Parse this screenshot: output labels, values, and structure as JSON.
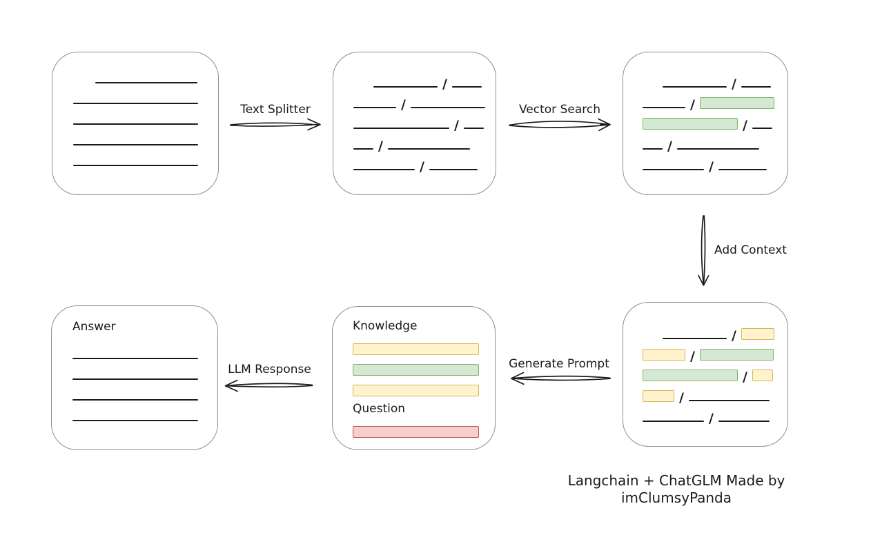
{
  "caption": "Langchain + ChatGLM Made by imClumsyPanda",
  "colors": {
    "box_border": "#8d8d8d",
    "stroke": "#1a1a1a",
    "chunk_green_fill": "#d5e8d4",
    "chunk_green_border": "#82b366",
    "chunk_yellow_fill": "#fff2cc",
    "chunk_yellow_border": "#d6b656",
    "chunk_red_fill": "#f8cecc",
    "chunk_red_border": "#b85450"
  },
  "arrows": {
    "text_splitter": {
      "label": "Text Splitter",
      "direction": "right"
    },
    "vector_search": {
      "label": "Vector Search",
      "direction": "right"
    },
    "add_context": {
      "label": "Add Context",
      "direction": "down"
    },
    "generate_prompt": {
      "label": "Generate Prompt",
      "direction": "left"
    },
    "llm_response": {
      "label": "LLM Response",
      "direction": "left"
    }
  },
  "boxes": {
    "source_document": {
      "description": "original document with plain text lines",
      "rows": [
        [
          {
            "t": "gap",
            "w": 32
          },
          {
            "t": "line",
            "w": 148
          }
        ],
        [
          {
            "t": "line",
            "w": 181
          }
        ],
        [
          {
            "t": "line",
            "w": 181
          }
        ],
        [
          {
            "t": "line",
            "w": 181
          }
        ],
        [
          {
            "t": "line",
            "w": 181
          }
        ]
      ]
    },
    "split_chunks": {
      "description": "document split into chunks by slashes",
      "rows": [
        [
          {
            "t": "gap",
            "w": 29
          },
          {
            "t": "line",
            "w": 93
          },
          {
            "t": "slash"
          },
          {
            "t": "line",
            "w": 43
          }
        ],
        [
          {
            "t": "line",
            "w": 62
          },
          {
            "t": "slash"
          },
          {
            "t": "line",
            "w": 108
          }
        ],
        [
          {
            "t": "line",
            "w": 139
          },
          {
            "t": "slash"
          },
          {
            "t": "line",
            "w": 29
          }
        ],
        [
          {
            "t": "line",
            "w": 29
          },
          {
            "t": "slash"
          },
          {
            "t": "line",
            "w": 119
          }
        ],
        [
          {
            "t": "line",
            "w": 89
          },
          {
            "t": "slash"
          },
          {
            "t": "line",
            "w": 70
          }
        ]
      ]
    },
    "vector_search_result": {
      "description": "chunks with vector-search matches highlighted green",
      "rows": [
        [
          {
            "t": "gap",
            "w": 29
          },
          {
            "t": "line",
            "w": 93
          },
          {
            "t": "slash"
          },
          {
            "t": "line",
            "w": 43
          }
        ],
        [
          {
            "t": "line",
            "w": 62
          },
          {
            "t": "slash"
          },
          {
            "t": "chunk",
            "c": "green",
            "w": 108
          }
        ],
        [
          {
            "t": "chunk",
            "c": "green",
            "w": 138
          },
          {
            "t": "slash"
          },
          {
            "t": "line",
            "w": 29
          }
        ],
        [
          {
            "t": "line",
            "w": 29
          },
          {
            "t": "slash"
          },
          {
            "t": "line",
            "w": 119
          }
        ],
        [
          {
            "t": "line",
            "w": 89
          },
          {
            "t": "slash"
          },
          {
            "t": "line",
            "w": 70
          }
        ]
      ]
    },
    "context_chunks": {
      "description": "matched chunks (green) with added context chunks (yellow)",
      "rows": [
        [
          {
            "t": "gap",
            "w": 29
          },
          {
            "t": "line",
            "w": 93
          },
          {
            "t": "slash"
          },
          {
            "t": "chunk",
            "c": "yellow",
            "w": 48
          }
        ],
        [
          {
            "t": "chunk",
            "c": "yellow",
            "w": 62
          },
          {
            "t": "slash"
          },
          {
            "t": "chunk",
            "c": "green",
            "w": 107
          }
        ],
        [
          {
            "t": "chunk",
            "c": "green",
            "w": 138
          },
          {
            "t": "slash"
          },
          {
            "t": "chunk",
            "c": "yellow",
            "w": 30
          }
        ],
        [
          {
            "t": "chunk",
            "c": "yellow",
            "w": 46
          },
          {
            "t": "slash"
          },
          {
            "t": "line",
            "w": 117
          }
        ],
        [
          {
            "t": "line",
            "w": 89
          },
          {
            "t": "slash"
          },
          {
            "t": "line",
            "w": 74
          }
        ]
      ]
    },
    "prompt": {
      "description": "generated prompt with knowledge chunks and question",
      "rows": [
        {
          "h": 30,
          "segs": [
            {
              "t": "text",
              "v": "Knowledge"
            }
          ]
        },
        [
          {
            "t": "chunk",
            "c": "yellow",
            "w": 183
          }
        ],
        [
          {
            "t": "chunk",
            "c": "green",
            "w": 183
          }
        ],
        [
          {
            "t": "chunk",
            "c": "yellow",
            "w": 183
          }
        ],
        {
          "h": 30,
          "segs": [
            {
              "t": "text",
              "v": "Question"
            }
          ]
        },
        [
          {
            "t": "chunk",
            "c": "red",
            "w": 183
          }
        ]
      ]
    },
    "answer": {
      "description": "LLM answer text lines",
      "rows": [
        {
          "h": 28,
          "segs": [
            {
              "t": "text",
              "v": "Answer"
            }
          ]
        },
        {
          "h": 36,
          "segs": [
            {
              "t": "line",
              "w": 182
            }
          ]
        },
        [
          {
            "t": "line",
            "w": 182
          }
        ],
        [
          {
            "t": "line",
            "w": 182
          }
        ],
        [
          {
            "t": "line",
            "w": 182
          }
        ]
      ]
    }
  }
}
